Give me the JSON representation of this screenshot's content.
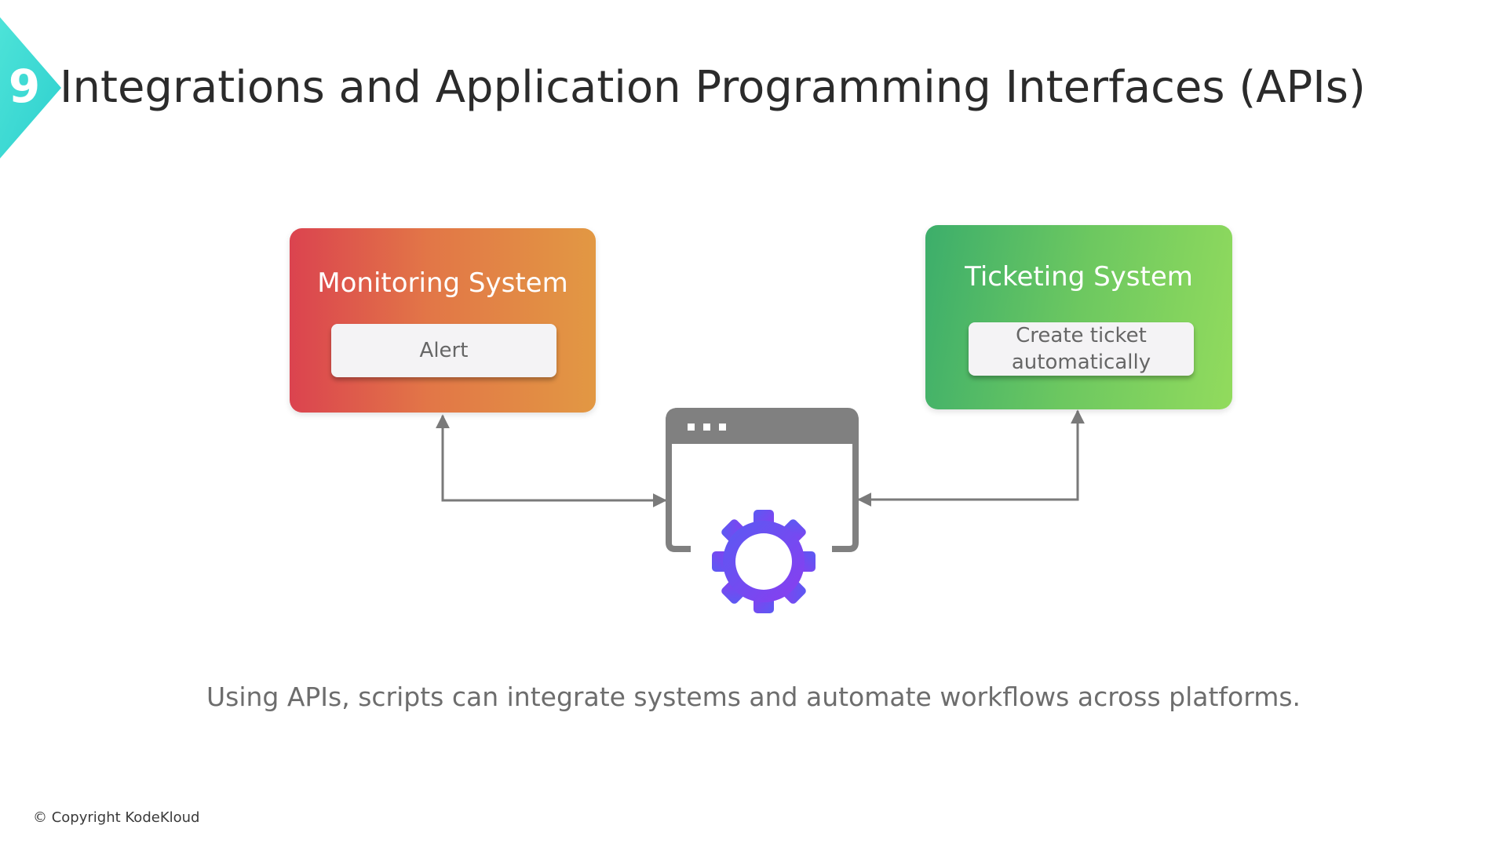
{
  "slide": {
    "number": "9",
    "title": "Integrations and Application Programming Interfaces (APIs)"
  },
  "diagram": {
    "monitoring": {
      "title": "Monitoring System",
      "chip": "Alert"
    },
    "ticketing": {
      "title": "Ticketing System",
      "chip_lines": [
        "Create ticket",
        "automatically"
      ]
    },
    "center_icon": "api-window-gear-icon"
  },
  "caption": "Using APIs, scripts can integrate systems and automate workflows across platforms.",
  "footer": {
    "copyright": "© Copyright KodeKloud"
  },
  "colors": {
    "badge": "#43ddd6",
    "monitor_gradient": [
      "#db434f",
      "#e29843"
    ],
    "ticket_gradient": [
      "#3cae6b",
      "#92db5d"
    ],
    "gear_gradient": [
      "#5a5af2",
      "#8a3df0"
    ],
    "window": "#808080",
    "arrow": "#7a7a7a"
  }
}
